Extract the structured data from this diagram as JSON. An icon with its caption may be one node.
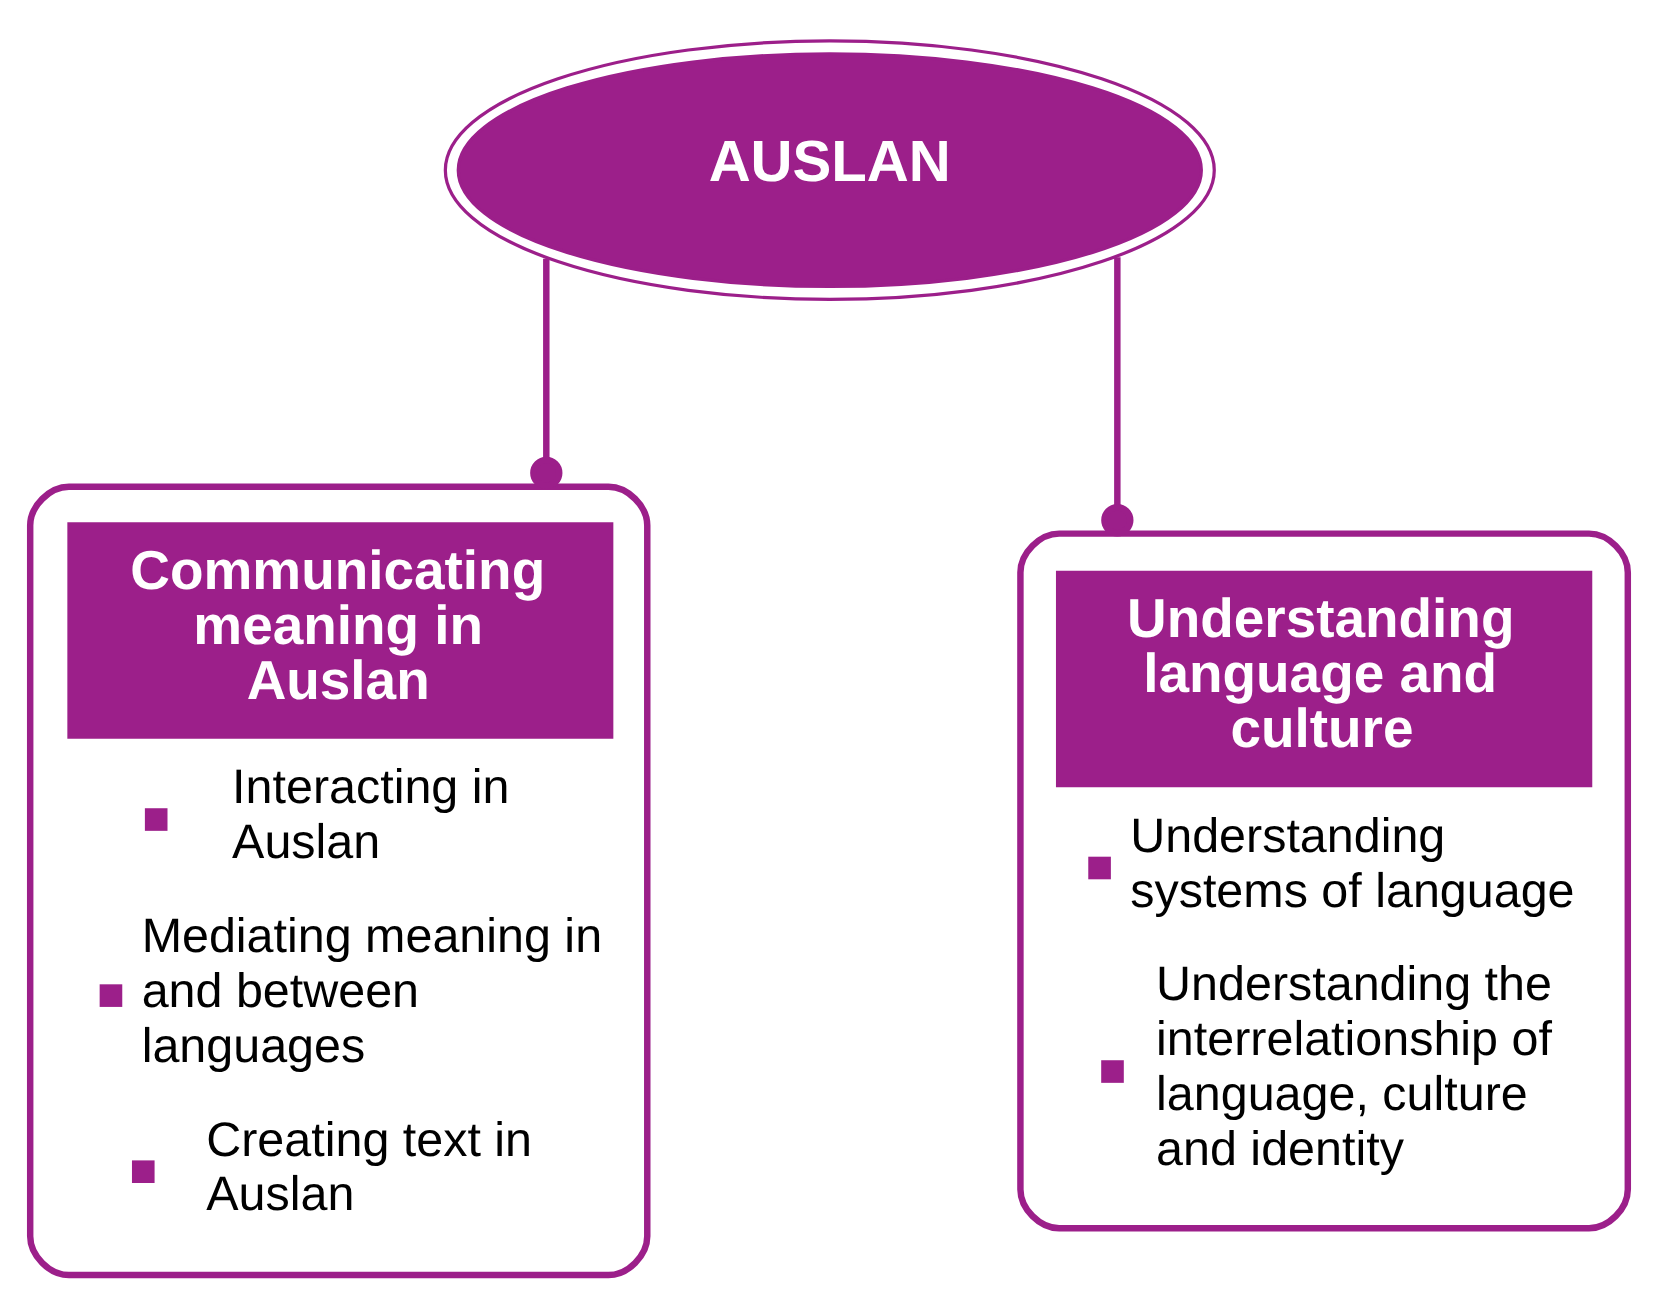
{
  "diagram": {
    "nodes": [
      {
        "text": [
          "AUSLAN"
        ]
      },
      {
        "text": [
          "Communicating meaning in Auslan",
          "Interacting in Auslan",
          "Mediating meaning in and between languages",
          "Creating text in Auslan"
        ]
      },
      {
        "text": [
          "Understanding language and culture",
          "Understanding systems of language",
          "Understanding the interrelationship of language, culture and identity"
        ]
      }
    ],
    "edges": [
      {
        "from": 0,
        "to": 1,
        "arrow": "other"
      },
      {
        "from": 0,
        "to": 2,
        "arrow": "other"
      }
    ]
  }
}
